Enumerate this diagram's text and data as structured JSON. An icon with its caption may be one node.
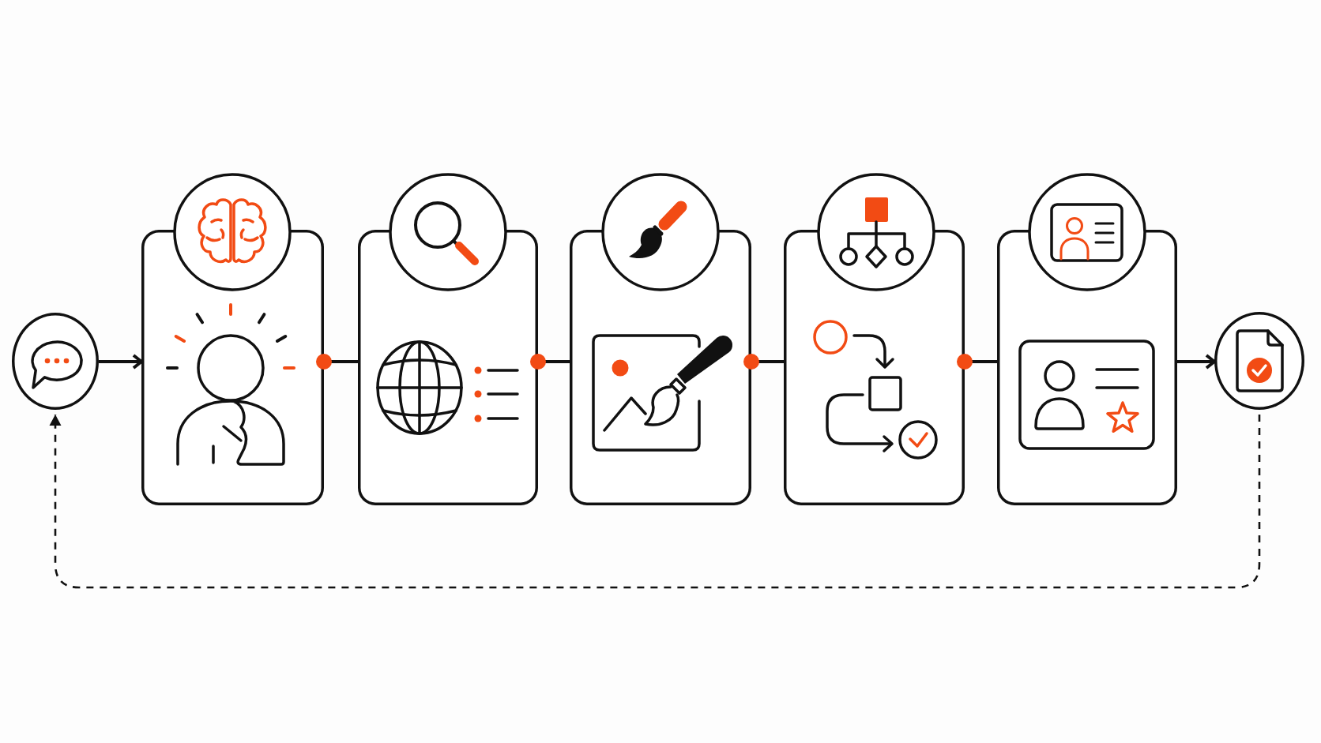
{
  "diagram": {
    "nodes": [
      {
        "text": [],
        "shape": "circle"
      },
      {
        "text": [],
        "shape": "box"
      },
      {
        "text": [],
        "shape": "box"
      },
      {
        "text": [],
        "shape": "box"
      },
      {
        "text": [],
        "shape": "box"
      },
      {
        "text": [],
        "shape": "box"
      },
      {
        "text": [],
        "shape": "circle"
      }
    ],
    "edges": [
      {
        "from": 0,
        "to": 1,
        "arrow": "to"
      },
      {
        "from": 1,
        "to": 2,
        "arrow": "other"
      },
      {
        "from": 2,
        "to": 3,
        "arrow": "other"
      },
      {
        "from": 3,
        "to": 4,
        "arrow": "other"
      },
      {
        "from": 4,
        "to": 5,
        "arrow": "other"
      },
      {
        "from": 5,
        "to": 6,
        "arrow": "to"
      },
      {
        "from": 6,
        "to": 0,
        "arrow": "to",
        "style": "dashed"
      }
    ]
  }
}
